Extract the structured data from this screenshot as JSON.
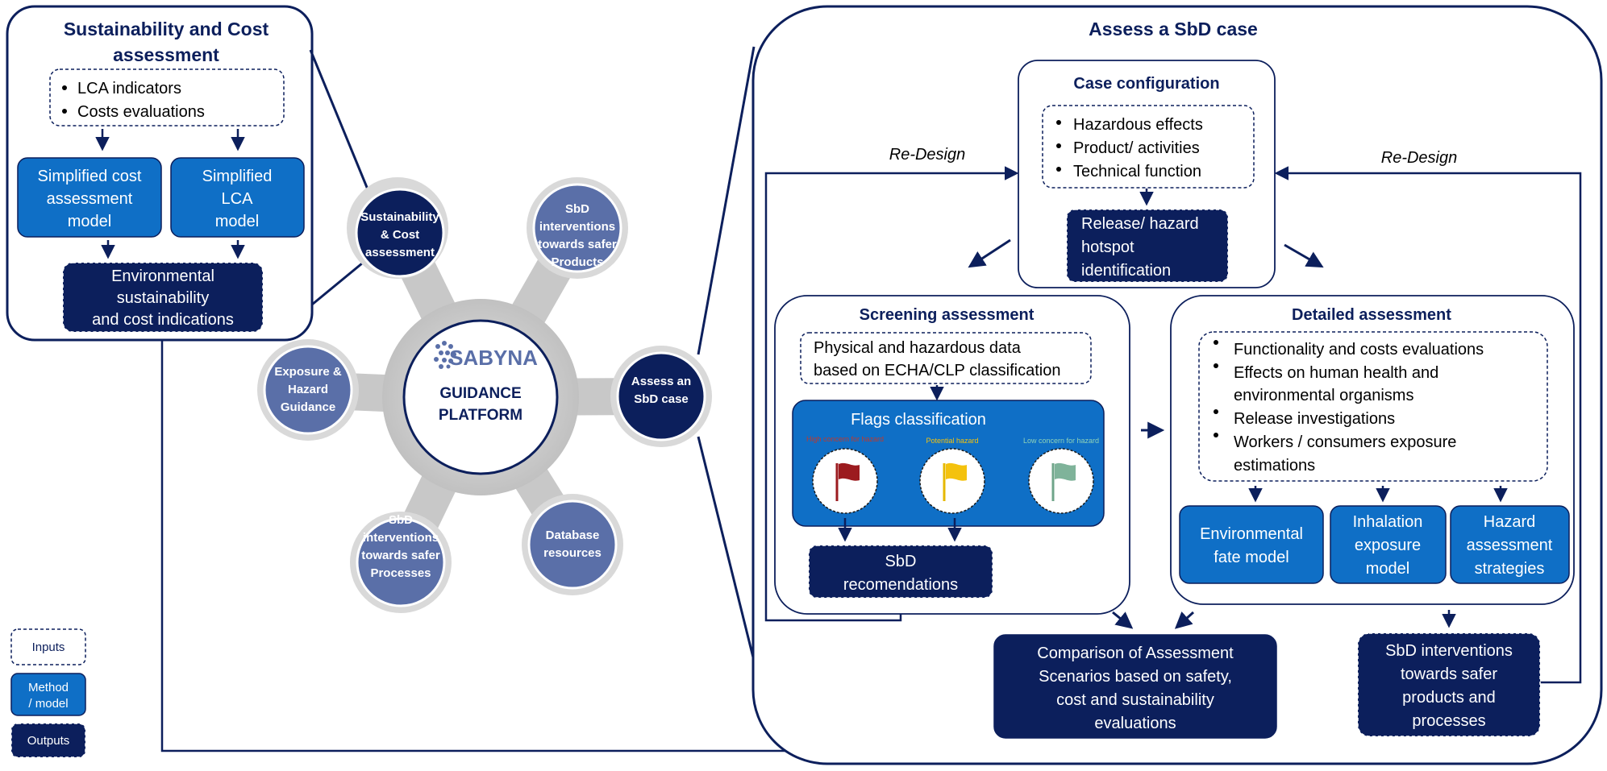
{
  "left_panel": {
    "title_lines": [
      "Sustainability and Cost",
      "assessment"
    ],
    "inputs": [
      "LCA indicators",
      "Costs evaluations"
    ],
    "method_cost": [
      "Simplified cost",
      "assessment",
      "model"
    ],
    "method_lca": [
      "Simplified",
      "LCA",
      "model"
    ],
    "output": [
      "Environmental",
      "sustainability",
      "and cost indications"
    ]
  },
  "hub": {
    "logo_text": "SABYNA",
    "center_lines": [
      "GUIDANCE",
      "PLATFORM"
    ],
    "nodes": [
      {
        "id": "sust",
        "lines": [
          "Sustainability",
          "& Cost",
          "assessment"
        ]
      },
      {
        "id": "products",
        "lines": [
          "SbD",
          "interventions",
          "towards safer",
          "Products"
        ]
      },
      {
        "id": "assess",
        "lines": [
          "Assess an",
          "SbD case"
        ]
      },
      {
        "id": "database",
        "lines": [
          "Database",
          "resources"
        ]
      },
      {
        "id": "processes",
        "lines": [
          "SbD",
          "interventions",
          "towards safer",
          "Processes"
        ]
      },
      {
        "id": "exposure",
        "lines": [
          "Exposure &",
          "Hazard",
          "Guidance"
        ]
      }
    ]
  },
  "legend": {
    "inputs": "Inputs",
    "method": [
      "Method",
      "/ model"
    ],
    "outputs": "Outputs"
  },
  "right_panel": {
    "title": "Assess a SbD case",
    "redesign_left": "Re-Design",
    "redesign_right": "Re-Design",
    "case_config": {
      "title": "Case configuration",
      "inputs": [
        "Hazardous effects",
        "Product/ activities",
        "Technical function"
      ],
      "output": [
        "Release/ hazard",
        "hotspot",
        "identification"
      ]
    },
    "screening": {
      "title": "Screening assessment",
      "input": [
        "Physical and hazardous data",
        "based on ECHA/CLP classification"
      ],
      "flags_title": "Flags classification",
      "flag_high": "High concern for hazard",
      "flag_potential": "Potential hazard",
      "flag_low": "Low concern for hazard",
      "output": [
        "SbD",
        "recomendations"
      ]
    },
    "detailed": {
      "title": "Detailed assessment",
      "inputs": [
        [
          "Functionality and costs evaluations"
        ],
        [
          "Effects on human health and",
          "environmental organisms"
        ],
        [
          "Release investigations"
        ],
        [
          "Workers / consumers exposure",
          "estimations"
        ]
      ],
      "model_env": [
        "Environmental",
        "fate model"
      ],
      "model_inh": [
        "Inhalation",
        "exposure",
        "model"
      ],
      "model_haz": [
        "Hazard",
        "assessment",
        "strategies"
      ]
    },
    "comparison": [
      "Comparison of Assessment",
      "Scenarios based on safety,",
      "cost and sustainability",
      "evaluations"
    ],
    "interventions": [
      "SbD interventions",
      "towards safer",
      "products and",
      "processes"
    ]
  },
  "colors": {
    "navy": "#0c1f5c",
    "method_blue": "#0f6fc6",
    "hub_node": "#5a6fa8",
    "hub_gray": "#cfcfcf",
    "flag_red": "#9c1b1f",
    "flag_yellow": "#f4c20d",
    "flag_green": "#7fb39a"
  }
}
